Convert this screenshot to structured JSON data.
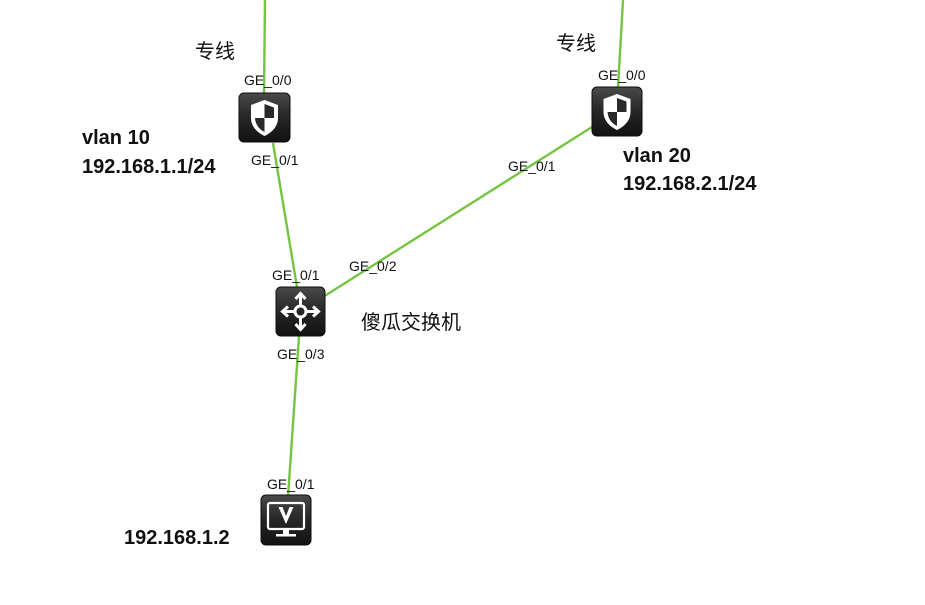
{
  "labels": {
    "line_left": "专线",
    "line_right": "专线",
    "vlan10_name": "vlan 10",
    "vlan10_ip": "192.168.1.1/24",
    "vlan20_name": "vlan 20",
    "vlan20_ip": "192.168.2.1/24",
    "switch_name": "傻瓜交换机",
    "pc_ip": "192.168.1.2"
  },
  "ports": {
    "fw1_top": "GE_0/0",
    "fw1_bottom": "GE_0/1",
    "fw2_top": "GE_0/0",
    "fw2_left": "GE_0/1",
    "sw_top": "GE_0/1",
    "sw_right": "GE_0/2",
    "sw_bottom": "GE_0/3",
    "pc_top": "GE_0/1"
  },
  "icons": {
    "firewall": "firewall-shield-icon",
    "switch": "switch-arrows-icon",
    "pc": "pc-monitor-icon"
  },
  "colors": {
    "link": "#76c442",
    "device": "#1f1f1f"
  }
}
